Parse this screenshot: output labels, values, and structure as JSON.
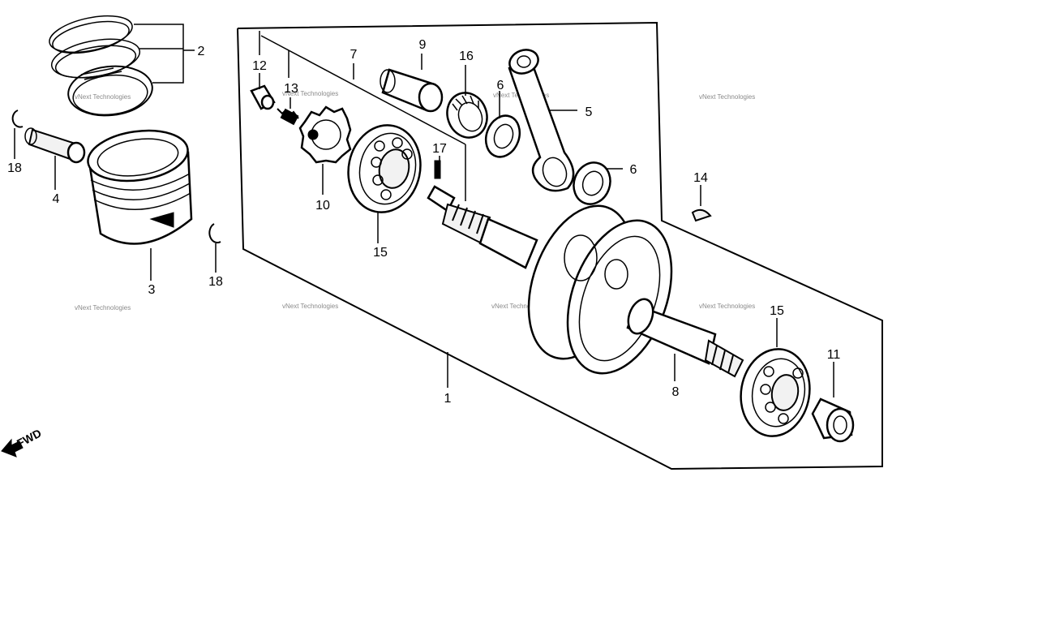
{
  "callouts": {
    "c1": "1",
    "c2": "2",
    "c3": "3",
    "c4": "4",
    "c5": "5",
    "c6a": "6",
    "c6b": "6",
    "c7": "7",
    "c8": "8",
    "c9": "9",
    "c10": "10",
    "c11": "11",
    "c12": "12",
    "c13": "13",
    "c14": "14",
    "c15a": "15",
    "c15b": "15",
    "c16": "16",
    "c17": "17",
    "c18a": "18",
    "c18b": "18"
  },
  "watermark": "vNext Technologies",
  "fwd_label": "FWD",
  "colors": {
    "ink": "#000000",
    "watermark": "#8a8a8a",
    "background": "#ffffff"
  }
}
